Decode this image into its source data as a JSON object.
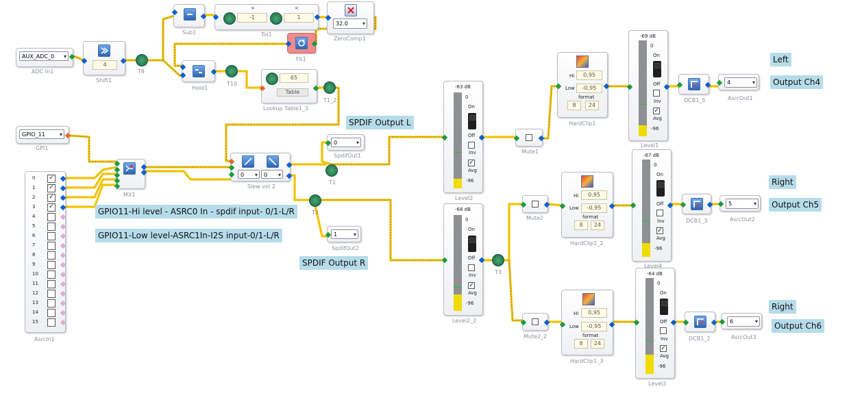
{
  "blocks": {
    "adc": {
      "select": "AUX_ADC_0",
      "caption": "ADC In1"
    },
    "shift": {
      "value": "4",
      "caption": "Shift1"
    },
    "t8": {
      "caption": "T8"
    },
    "sub": {
      "caption": "Sub1"
    },
    "tol": {
      "caption": "Tol1",
      "gt": ">",
      "lt": "<",
      "low": "-1",
      "high": "1"
    },
    "zerocomp": {
      "select": "32.0",
      "caption": "ZeroComp1"
    },
    "fb": {
      "caption": "Fb1"
    },
    "hold": {
      "caption": "Hold1"
    },
    "t10": {
      "caption": "T10"
    },
    "lookup": {
      "value": "65",
      "button": "Table",
      "caption": "Lookup Table1_3"
    },
    "t1_2": {
      "caption": "T1_2"
    },
    "gpi": {
      "select": "GPIO_11",
      "caption": "GPI1"
    },
    "asrcin": {
      "caption": "AsrcIn1",
      "channels": [
        "0",
        "1",
        "2",
        "3",
        "4",
        "5",
        "6",
        "7",
        "8",
        "9",
        "10",
        "11",
        "12",
        "13",
        "14",
        "15"
      ],
      "checked": [
        true,
        true,
        true,
        true,
        false,
        false,
        false,
        false,
        false,
        false,
        false,
        false,
        false,
        false,
        false,
        false
      ]
    },
    "mx": {
      "caption": "MX1"
    },
    "slew": {
      "sel1": "0",
      "sel2": "0",
      "caption": "Slew vol 2"
    },
    "spdifout1": {
      "select": "0",
      "caption": "SpdifOut1"
    },
    "spdifout2": {
      "select": "1",
      "caption": "SpdifOut2"
    },
    "t1": {
      "caption": "T1"
    },
    "t2": {
      "caption": "T2"
    },
    "t3": {
      "caption": "T3"
    },
    "level2": {
      "db": "-63 dB",
      "caption": "Level2"
    },
    "level2_2": {
      "db": "-68 dB",
      "caption": "Level2_2"
    },
    "level1": {
      "db": "-69 dB",
      "caption": "Level1"
    },
    "level4": {
      "db": "-67 dB",
      "caption": "Level4"
    },
    "level3": {
      "db": "-64 dB",
      "caption": "Level3"
    },
    "mute1": {
      "caption": "Mute1"
    },
    "mute2": {
      "caption": "Mute2"
    },
    "mute2_2": {
      "caption": "Mute2_2"
    },
    "hardclip1": {
      "hi": "0,95",
      "low": "-0,95",
      "f1": "8",
      "f2": "24",
      "caption": "HardClip1"
    },
    "hardclip1_2": {
      "hi": "0,95",
      "low": "-0,95",
      "f1": "8",
      "f2": "24",
      "caption": "HardClip1_2"
    },
    "hardclip1_3": {
      "hi": "0,95",
      "low": "-0,95",
      "f1": "8",
      "f2": "24",
      "caption": "HardClip1_3"
    },
    "dcb1_5": {
      "caption": "DCB1_5"
    },
    "dcb1_3": {
      "caption": "DCB1_3"
    },
    "dcb1_2": {
      "caption": "DCB1_2"
    },
    "asrcout1": {
      "select": "4",
      "caption": "AsrcOut1"
    },
    "asrcout2": {
      "select": "5",
      "caption": "AsrcOut2"
    },
    "asrcout3": {
      "select": "6",
      "caption": "AsrcOut3"
    }
  },
  "meter_labels": {
    "top": "0",
    "on": "On",
    "off": "Off",
    "inv": "Inv",
    "avg": "Avg",
    "bottom": "-96"
  },
  "clip_labels": {
    "hi": "Hi",
    "low": "Low",
    "format": "format"
  },
  "notes": {
    "left": "Left",
    "output_ch4": "Output Ch4",
    "right1": "Right",
    "output_ch5": "Output Ch5",
    "right2": "Right",
    "output_ch6": "Output Ch6",
    "spdif_l": "SPDIF Output L",
    "spdif_r": "SPDIF Output R",
    "gpio_hi": "GPIO11-Hi level - ASRC0 In - spdif input- 0/1-L/R",
    "gpio_low": "GPIO11-Low level-ASRC1In-I2S input-0/1-L/R"
  },
  "colors": {
    "wire": "#f2c200",
    "wire_dash": "#9a8a50",
    "port_in": "#0a5fd0",
    "port_out": "#1c9a3c",
    "note_bg": "#b6dcea",
    "meter_fill": "#f0dc00"
  }
}
